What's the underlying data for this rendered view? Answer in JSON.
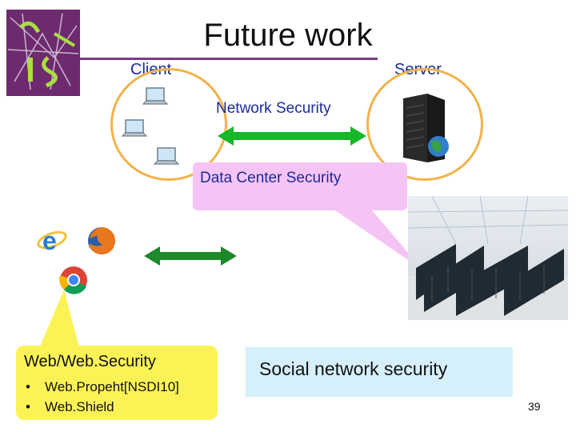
{
  "slide": {
    "title": "Future work",
    "page_number": "39"
  },
  "diagram": {
    "client_label": "Client",
    "server_label": "Server",
    "network_security_label": "Network Security",
    "data_center_security_label": "Data Center Security"
  },
  "web_callout": {
    "title": "Web/Web.Security",
    "bullets": [
      "Web.Propeht[NSDI10]",
      "Web.Shield"
    ]
  },
  "social_callout": {
    "label": "Social network security"
  },
  "colors": {
    "logo_purple": "#6e2a6e",
    "label_blue": "#1a2a9a",
    "oval_orange": "#f2b24a",
    "arrow_green": "#16b82a",
    "arrow_dark_green": "#1e8a2a",
    "bubble_pink": "#f6c4f4",
    "callout_yellow": "#fbf356",
    "social_blue": "#d6f0fb"
  },
  "icons": [
    "logo-emblem",
    "laptop-icon",
    "server-tower-icon",
    "ie-browser-icon",
    "firefox-browser-icon",
    "chrome-browser-icon",
    "data-center-photo"
  ]
}
